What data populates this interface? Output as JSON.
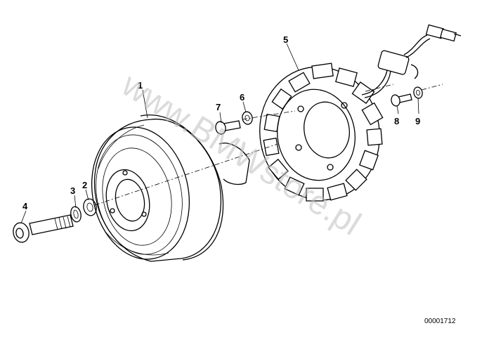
{
  "watermark": "www.BMWstore.pl",
  "reference_number": "00001712",
  "callouts": [
    {
      "id": "1",
      "label": "1"
    },
    {
      "id": "2",
      "label": "2"
    },
    {
      "id": "3",
      "label": "3"
    },
    {
      "id": "4",
      "label": "4"
    },
    {
      "id": "5",
      "label": "5"
    },
    {
      "id": "6",
      "label": "6"
    },
    {
      "id": "7",
      "label": "7"
    },
    {
      "id": "8",
      "label": "8"
    },
    {
      "id": "9",
      "label": "9"
    }
  ]
}
